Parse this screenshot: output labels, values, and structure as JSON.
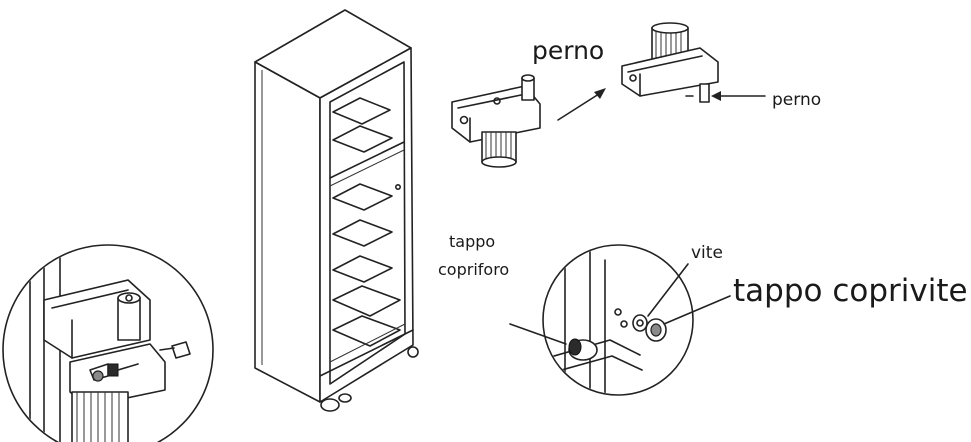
{
  "labels": {
    "perno_top": "perno",
    "perno_right": "perno",
    "tappo_line1": "tappo",
    "tappo_line2": "copriforo",
    "vite": "vite",
    "tappo_coprivite": "tappo coprivite"
  },
  "colors": {
    "ink": "#222222",
    "background": "#ffffff"
  }
}
